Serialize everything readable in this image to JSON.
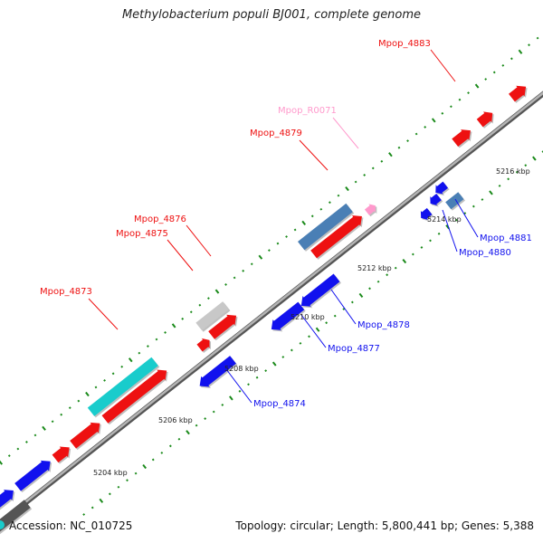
{
  "title": "Methylobacterium populi BJ001, complete genome",
  "footer": {
    "accession": "Accession: NC_010725",
    "summary": "Topology: circular; Length: 5,800,441 bp; Genes: 5,388"
  },
  "colors": {
    "backbone": "#8c8c8c",
    "tick": "#1a8a1a",
    "forward_gene": "#ee1111",
    "reverse_gene": "#1111ee",
    "rna_gene": "#ff99cc",
    "cyan_feature": "#19cccc",
    "gray_feature": "#c8c8c8",
    "steelblue_feature": "#4a7fb5"
  },
  "tick_labels": [
    "5204 kbp",
    "5206 kbp",
    "5208 kbp",
    "5210 kbp",
    "5212 kbp",
    "5214 kbp",
    "5216 kbp"
  ],
  "gene_labels": [
    {
      "id": "mpop-4883",
      "text": "Mpop_4883",
      "color": "#ee1111"
    },
    {
      "id": "mpop-r0071",
      "text": "Mpop_R0071",
      "color": "#ff99cc"
    },
    {
      "id": "mpop-4879",
      "text": "Mpop_4879",
      "color": "#ee1111"
    },
    {
      "id": "mpop-4876",
      "text": "Mpop_4876",
      "color": "#ee1111"
    },
    {
      "id": "mpop-4875",
      "text": "Mpop_4875",
      "color": "#ee1111"
    },
    {
      "id": "mpop-4873",
      "text": "Mpop_4873",
      "color": "#ee1111"
    },
    {
      "id": "mpop-4881",
      "text": "Mpop_4881",
      "color": "#1111ee"
    },
    {
      "id": "mpop-4880",
      "text": "Mpop_4880",
      "color": "#1111ee"
    },
    {
      "id": "mpop-4878",
      "text": "Mpop_4878",
      "color": "#1111ee"
    },
    {
      "id": "mpop-4877",
      "text": "Mpop_4877",
      "color": "#1111ee"
    },
    {
      "id": "mpop-4874",
      "text": "Mpop_4874",
      "color": "#1111ee"
    }
  ]
}
